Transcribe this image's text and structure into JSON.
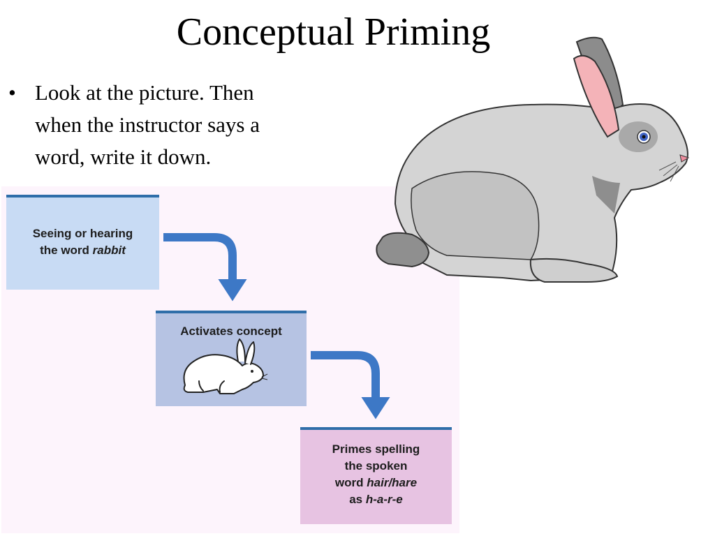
{
  "title": "Conceptual Priming",
  "bullets": [
    {
      "marker": "•",
      "lines": [
        "Look at the picture.  Then",
        "when the instructor says a",
        "word, write it down."
      ]
    }
  ],
  "diagram": {
    "steps": [
      {
        "line1": "Seeing or hearing",
        "line2_plain": "the word ",
        "line2_italic": "rabbit"
      },
      {
        "line1": "Activates concept"
      },
      {
        "line1": "Primes spelling",
        "line2": "the spoken",
        "line3_plain": "word ",
        "line3_italic": "hair/hare",
        "line4_plain": "as ",
        "line4_italic": "h-a-r-e"
      }
    ],
    "colors": {
      "box1": "#c8dbf4",
      "box2": "#b6c3e3",
      "box3": "#e7c3e2",
      "box_border": "#2f6ea9",
      "arrow": "#3d78c6",
      "panel": "#fdf4fc"
    },
    "illustration_icon": "rabbit-drawing-icon"
  },
  "clipart_icon": "gray-rabbit-icon"
}
